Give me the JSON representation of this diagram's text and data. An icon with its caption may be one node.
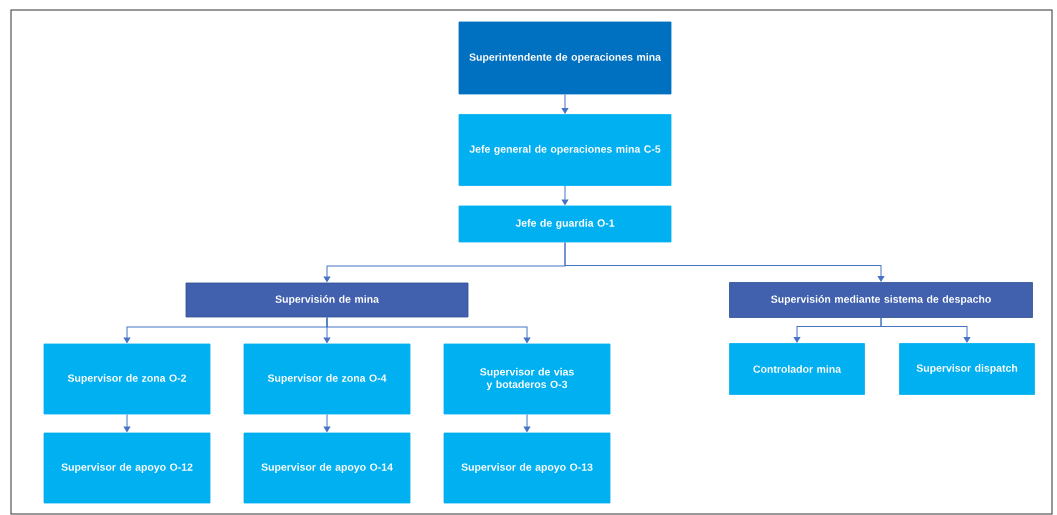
{
  "diagram": {
    "nodes": [
      {
        "text": [
          "Superintendente de operaciones mina"
        ]
      },
      {
        "text": [
          "Jefe general de operaciones mina C-5"
        ]
      },
      {
        "text": [
          "Jefe de guardia O-1"
        ]
      },
      {
        "text": [
          "Supervisión de mina"
        ]
      },
      {
        "text": [
          "Supervisión mediante sistema de despacho"
        ]
      },
      {
        "text": [
          "Supervisor de zona O-2"
        ]
      },
      {
        "text": [
          "Supervisor de zona O-4"
        ]
      },
      {
        "text": [
          "Supervisor de vias y botaderos O-3"
        ]
      },
      {
        "text": [
          "Supervisor de apoyo O-12"
        ]
      },
      {
        "text": [
          "Supervisor de apoyo O-14"
        ]
      },
      {
        "text": [
          "Supervisor de apoyo O-13"
        ]
      },
      {
        "text": [
          "Controlador mina"
        ]
      },
      {
        "text": [
          "Supervisor dispatch"
        ]
      }
    ],
    "edges": [
      {
        "from": 0,
        "to": 1,
        "arrow": "to"
      },
      {
        "from": 1,
        "to": 2,
        "arrow": "to"
      },
      {
        "from": 2,
        "to": 3,
        "arrow": "to"
      },
      {
        "from": 2,
        "to": 4,
        "arrow": "to"
      },
      {
        "from": 3,
        "to": 5,
        "arrow": "to"
      },
      {
        "from": 3,
        "to": 6,
        "arrow": "to"
      },
      {
        "from": 3,
        "to": 7,
        "arrow": "to"
      },
      {
        "from": 4,
        "to": 11,
        "arrow": "to"
      },
      {
        "from": 4,
        "to": 12,
        "arrow": "to"
      },
      {
        "from": 5,
        "to": 8,
        "arrow": "to"
      },
      {
        "from": 6,
        "to": 9,
        "arrow": "to"
      },
      {
        "from": 7,
        "to": 10,
        "arrow": "to"
      }
    ]
  }
}
